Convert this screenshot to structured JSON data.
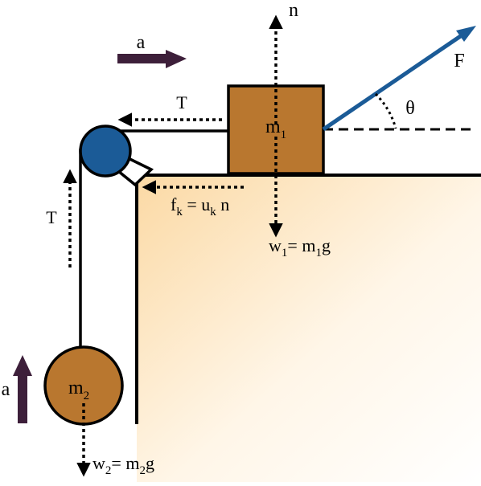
{
  "colors": {
    "block": "#b9772f",
    "pulley": "#1b5b97",
    "force_f": "#1b5b97",
    "accel_arrow": "#3d1f3a",
    "surface_top": "#fbd9a4",
    "surface_bottom": "#ffffff",
    "outline": "#000000"
  },
  "labels": {
    "accel_top": "a",
    "accel_left": "a",
    "normal": "n",
    "force": "F",
    "angle": "θ",
    "tension_top": "T",
    "tension_left": "T",
    "m1": {
      "base": "m",
      "sub": "1"
    },
    "m2": {
      "base": "m",
      "sub": "2"
    },
    "friction": {
      "f": "f",
      "f_sub": "k",
      "eq": " = ",
      "u": "u",
      "u_sub": "k",
      "n": " n"
    },
    "w1": {
      "w": "w",
      "w_sub": "1",
      "eq": "= ",
      "m": "m",
      "m_sub": "1",
      "g": "g"
    },
    "w2": {
      "w": "w",
      "w_sub": "2",
      "eq": "= ",
      "m": "m",
      "m_sub": "2",
      "g": "g"
    }
  }
}
